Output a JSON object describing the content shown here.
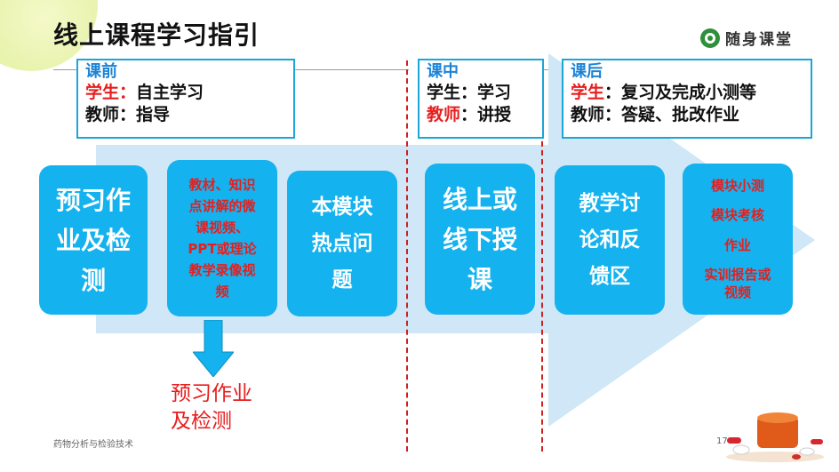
{
  "slide": {
    "title": "线上课程学习指引",
    "logo_text": "随身课堂",
    "footer_text": "药物分析与检验技术",
    "page_number": "17"
  },
  "stages": [
    {
      "title": "课前",
      "student_label": "学生：",
      "student_text": "自主学习",
      "teacher_label": "教师：",
      "teacher_text": "指导"
    },
    {
      "title": "课中",
      "student_label": "学生：",
      "student_text": "学习",
      "teacher_label": "教师",
      "teacher_text": "：讲授"
    },
    {
      "title": "课后",
      "student_label": "学生",
      "student_text": "：复习及完成小测等",
      "teacher_label": "教师：",
      "teacher_text": "答疑、批改作业"
    }
  ],
  "boxes": {
    "preview": "预习作\n业及检\n测",
    "materials": "教材、知识\n点讲解的微\n课视频、\nPPT或理论\n教学录像视\n频",
    "hot_topics": "本模块\n热点问\n题",
    "lecture": "线上或\n线下授\n课",
    "discussion": "教学讨\n论和反\n馈区",
    "assessment": [
      "模块小测",
      "模块考核",
      "作业",
      "实训报告或\n视频"
    ]
  },
  "note": "预习作业\n及检测",
  "colors": {
    "box_blue": "#14b2ee",
    "band_blue": "#cfe7f6",
    "stage_border": "#1ba6d6",
    "accent_red": "#e61e1e",
    "stage_title": "#1b83d6"
  }
}
